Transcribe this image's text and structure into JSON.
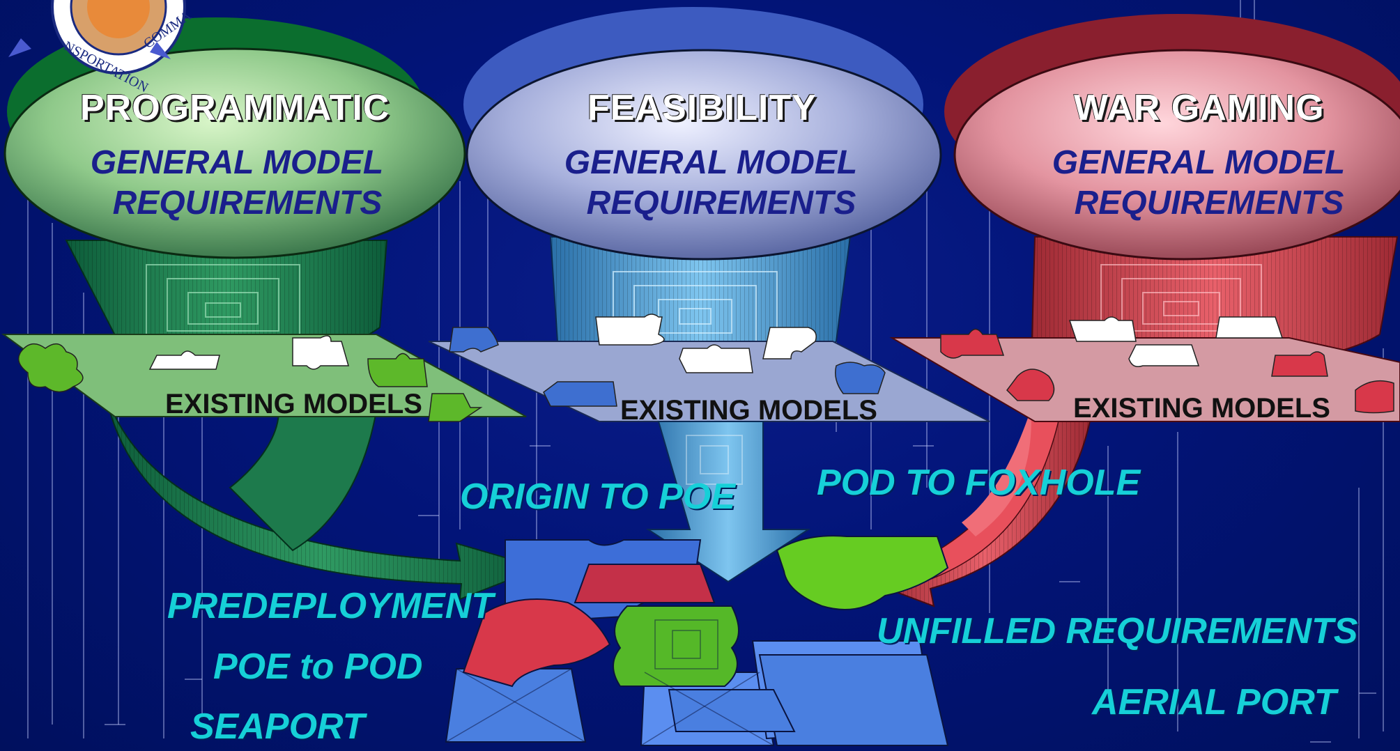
{
  "sections": [
    {
      "heading": "PROGRAMMATIC",
      "req_line1": "GENERAL MODEL",
      "req_line2": "REQUIREMENTS",
      "existing": "EXISTING MODELS",
      "color": "#2f8a4f"
    },
    {
      "heading": "FEASIBILITY",
      "req_line1": "GENERAL MODEL",
      "req_line2": "REQUIREMENTS",
      "existing": "EXISTING MODELS",
      "color": "#5a9fd6"
    },
    {
      "heading": "WAR GAMING",
      "req_line1": "GENERAL MODEL",
      "req_line2": "REQUIREMENTS",
      "existing": "EXISTING MODELS",
      "color": "#d84a55"
    }
  ],
  "phases": {
    "origin_to_poe": "ORIGIN TO POE",
    "pod_to_foxhole": "POD TO FOXHOLE",
    "predeployment": "PREDEPLOYMENT",
    "poe_to_pod": "POE to POD",
    "seaport": "SEAPORT",
    "unfilled_requirements": "UNFILLED REQUIREMENTS",
    "aerial_port": "AERIAL PORT"
  },
  "seal": {
    "fragment_left": "NSPORTATION",
    "fragment_right": "COMMA"
  },
  "colors": {
    "background": "#021478",
    "phase_text": "#16d0d8",
    "requirement_text": "#1a1f8c"
  }
}
